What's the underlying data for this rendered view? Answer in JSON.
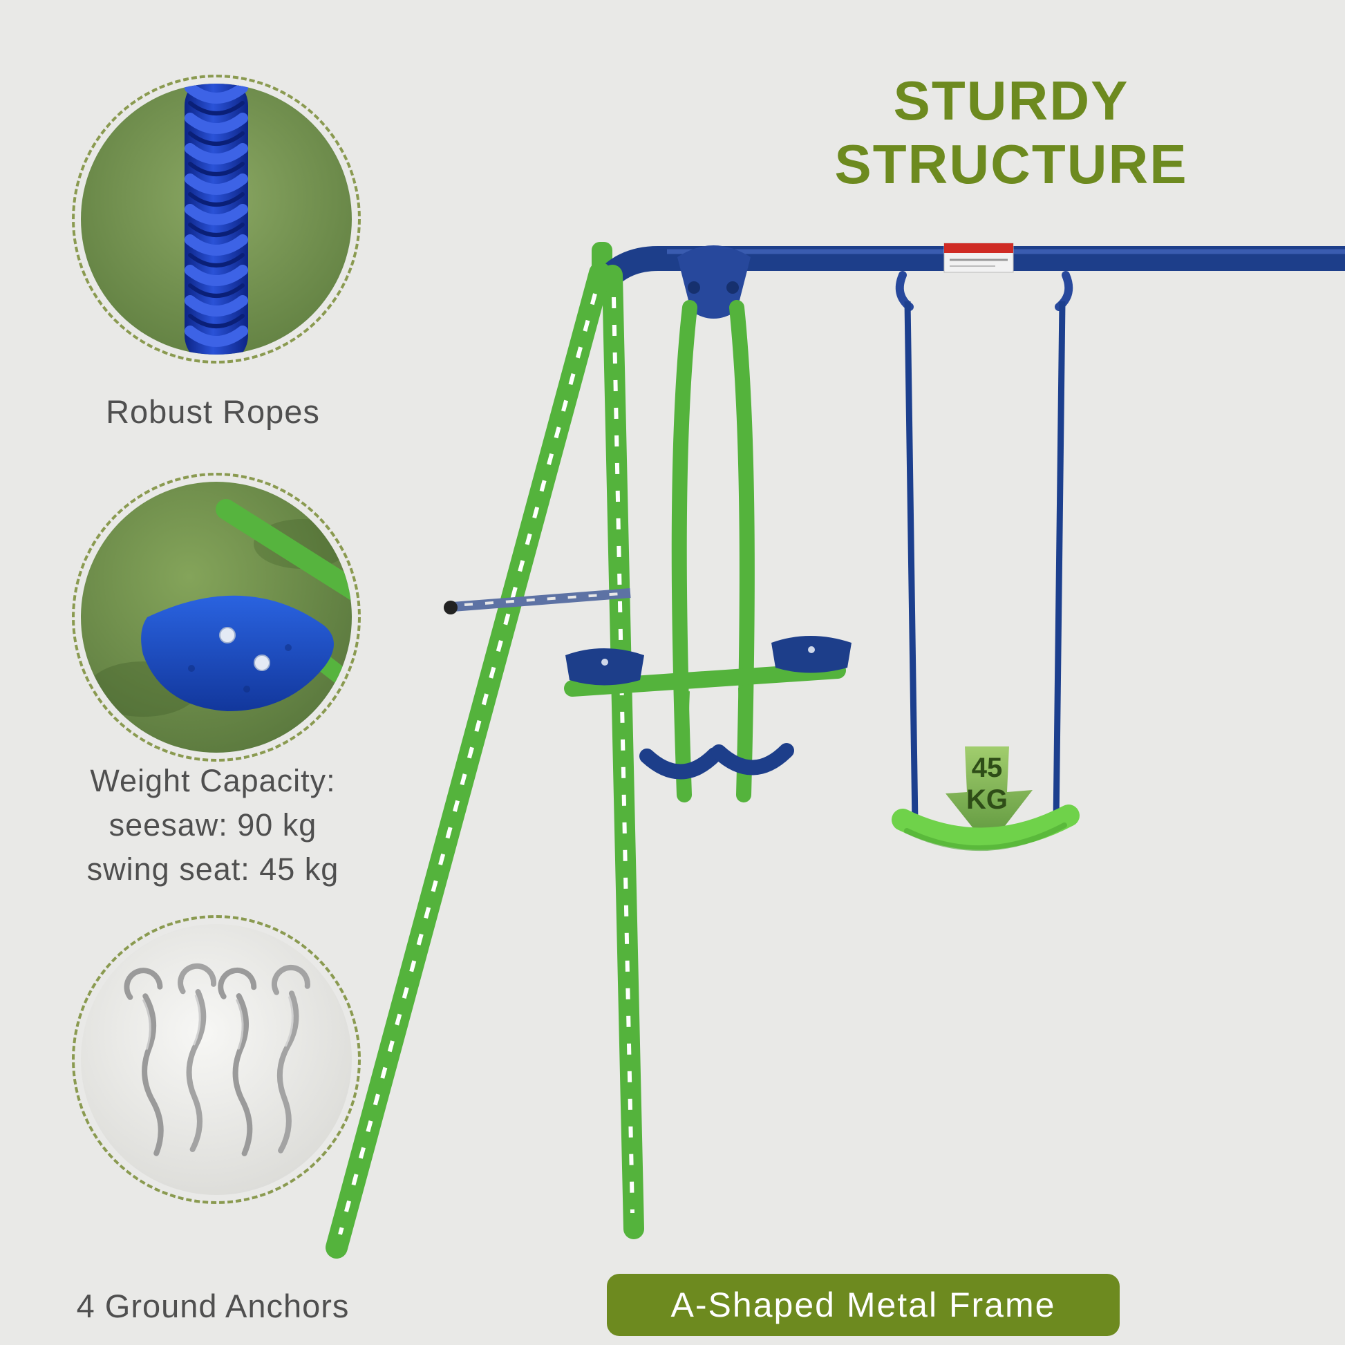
{
  "title": {
    "text": "STURDY STRUCTURE"
  },
  "features": [
    {
      "name": "robust-ropes",
      "caption": "Robust Ropes"
    },
    {
      "name": "weight-capacity",
      "lines": [
        "Weight Capacity:",
        "seesaw: 90 kg",
        "swing seat: 45 kg"
      ]
    },
    {
      "name": "ground-anchors",
      "caption": "4 Ground Anchors"
    }
  ],
  "product": {
    "weight_badge": {
      "value": "45",
      "unit": "KG"
    },
    "frame_label": "A-Shaped Metal Frame"
  },
  "colors": {
    "background": "#e9e9e7",
    "accent_olive": "#6d8a1f",
    "frame_green": "#54b33c",
    "bar_blue": "#1d3e8a",
    "rope_blue": "#1c3f8e",
    "swing_seat_green": "#6fd24a",
    "caption_gray": "#4f4f4f"
  }
}
